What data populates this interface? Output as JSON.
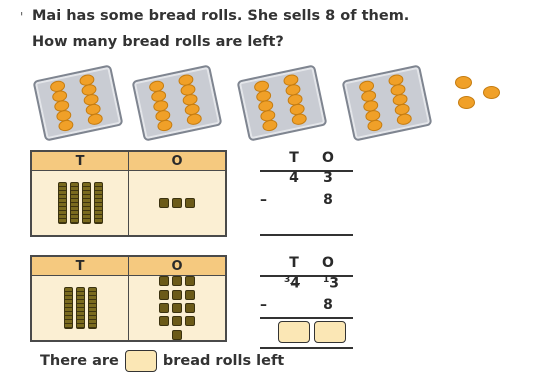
{
  "question": {
    "line1": "Mai has some bread rolls. She sells 8 of them.",
    "line2": "How many bread rolls are left?"
  },
  "illustration": {
    "trays": 4,
    "rolls_per_tray": 10,
    "loose_rolls": 3
  },
  "table1": {
    "header_tens": "T",
    "header_ones": "O",
    "tens_rods": 4,
    "ones_cubes": 3
  },
  "column1": {
    "head_tens": "T",
    "head_ones": "O",
    "top_tens": "4",
    "top_ones": "3",
    "minus": "–",
    "sub_ones": "8"
  },
  "table2": {
    "header_tens": "T",
    "header_ones": "O",
    "tens_rods": 3,
    "ones_cubes": 13
  },
  "column2": {
    "head_tens": "T",
    "head_ones": "O",
    "carry_tens": "3",
    "crossed_tens": "4",
    "carry_ones": "1",
    "top_ones": "3",
    "minus": "–",
    "sub_ones": "8"
  },
  "answer": {
    "prefix": "There are",
    "suffix": "bread rolls left"
  }
}
